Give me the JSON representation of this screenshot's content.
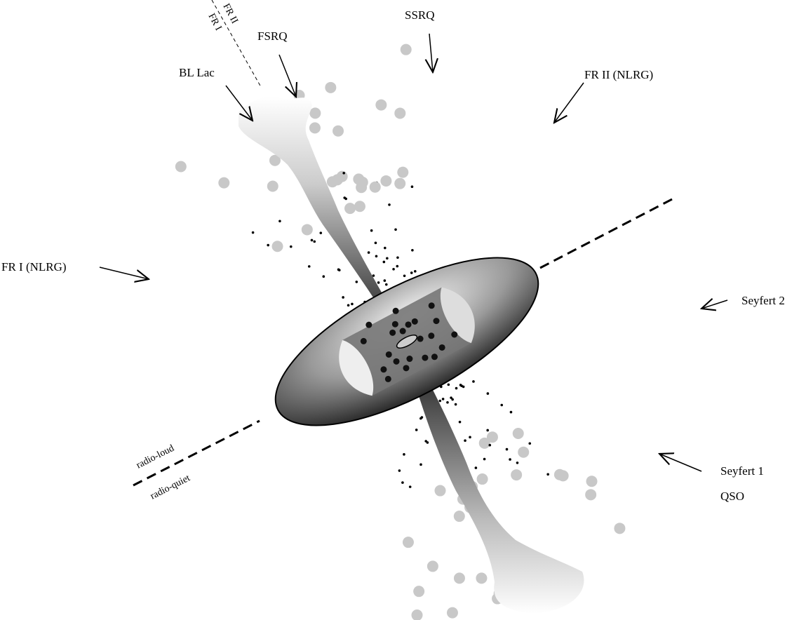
{
  "labels": {
    "bl_lac": "BL Lac",
    "fsrq": "FSRQ",
    "ssrq": "SSRQ",
    "fr2_nlrg": "FR II (NLRG)",
    "fr1_nlrg": "FR I (NLRG)",
    "seyfert2": "Seyfert 2",
    "seyfert1": "Seyfert 1",
    "qso": "QSO",
    "radio_loud": "radio-loud",
    "radio_quiet": "radio-quiet",
    "fr2": "FR II",
    "fr1": "FR I"
  }
}
